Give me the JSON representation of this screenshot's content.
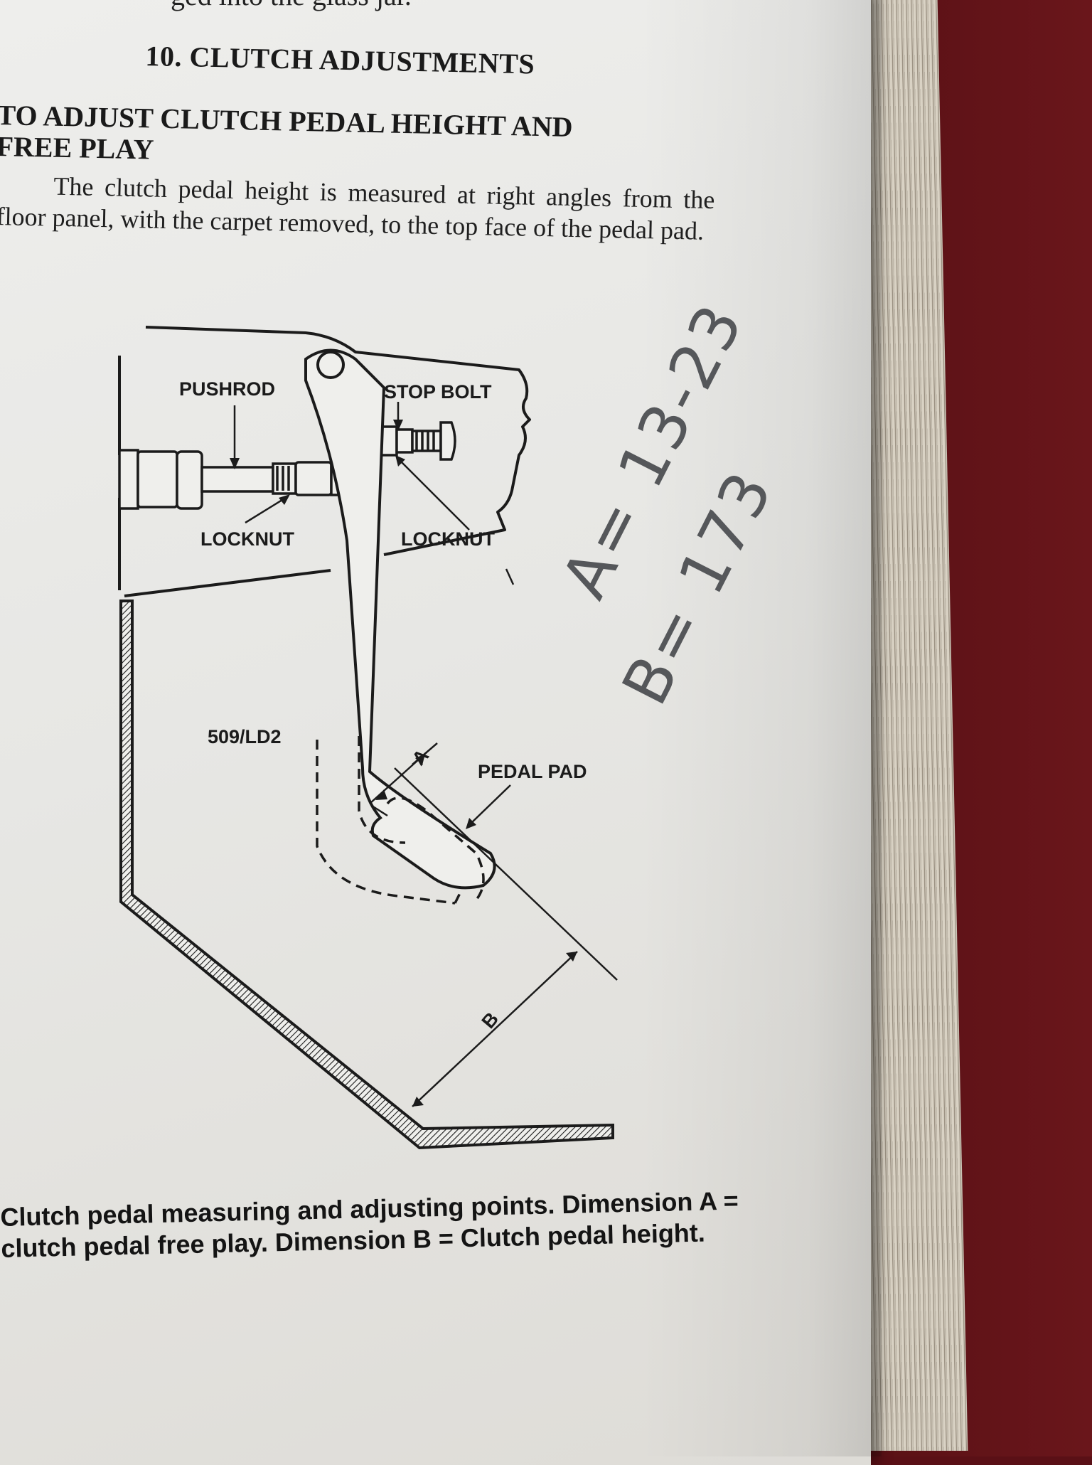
{
  "page": {
    "prev_line": "ged into the glass jar.",
    "section_title": "10. CLUTCH ADJUSTMENTS",
    "subsection_title": "TO ADJUST CLUTCH PEDAL HEIGHT AND FREE PLAY",
    "body": "The clutch pedal height is measured at right angles from the floor panel, with the carpet removed, to the top face of the pedal pad."
  },
  "diagram": {
    "labels": {
      "pushrod": "PUSHROD",
      "stop_bolt": "STOP BOLT",
      "locknut_left": "LOCKNUT",
      "locknut_right": "LOCKNUT",
      "ref_code": "509/LD2",
      "pedal_pad": "PEDAL PAD",
      "dim_a": "A",
      "dim_b": "B"
    }
  },
  "handwriting": {
    "line1": "A= 13-23",
    "line2": "B= 173"
  },
  "caption": "Clutch pedal measuring and adjusting points. Dimension A = clutch pedal free play. Dimension B = Clutch pedal height."
}
